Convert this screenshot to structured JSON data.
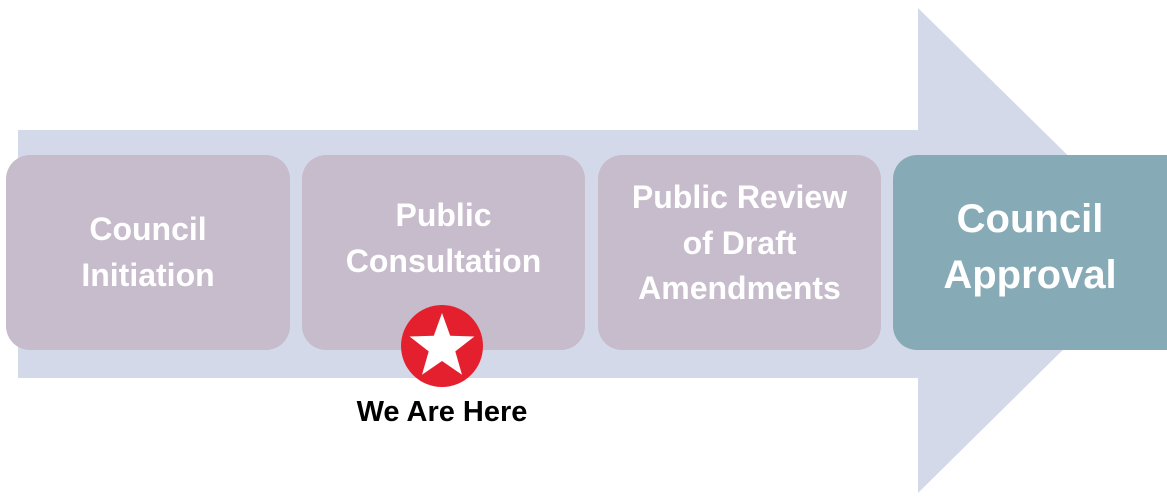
{
  "diagram": {
    "steps": [
      {
        "lines": [
          "Council",
          "Initiation"
        ],
        "status": "pending"
      },
      {
        "lines": [
          "Public",
          "Consultation"
        ],
        "status": "current"
      },
      {
        "lines": [
          "Public Review",
          "of Draft",
          "Amendments"
        ],
        "status": "pending"
      },
      {
        "lines": [
          "Council",
          "Approval"
        ],
        "status": "final"
      }
    ],
    "marker": {
      "label": "We Are Here",
      "icon": "star-icon"
    },
    "colors": {
      "arrow": "#d4d9ea",
      "step_box": "#c6bccb",
      "final_box": "#86abb6",
      "marker_circle": "#e5202e",
      "marker_star": "#ffffff",
      "text": "#ffffff"
    }
  }
}
